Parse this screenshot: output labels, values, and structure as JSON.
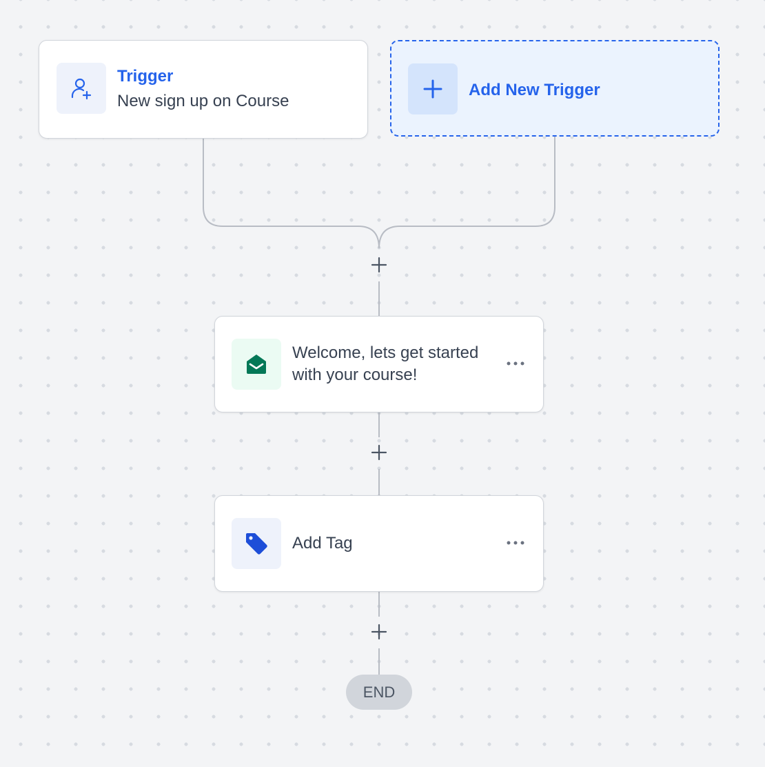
{
  "trigger_card": {
    "title": "Trigger",
    "subtitle": "New sign up on Course",
    "icon": "user-add-icon",
    "accent": "#2563eb"
  },
  "add_trigger_card": {
    "label": "Add New Trigger",
    "icon": "plus-icon",
    "accent": "#2563eb"
  },
  "steps": [
    {
      "label": "Welcome, lets get started with your course!",
      "icon": "open-envelope-icon",
      "icon_color": "#047857",
      "menu": "more-options-icon"
    },
    {
      "label": "Add Tag",
      "icon": "tag-icon",
      "icon_color": "#1d4ed8",
      "menu": "more-options-icon"
    }
  ],
  "end": {
    "label": "END"
  }
}
